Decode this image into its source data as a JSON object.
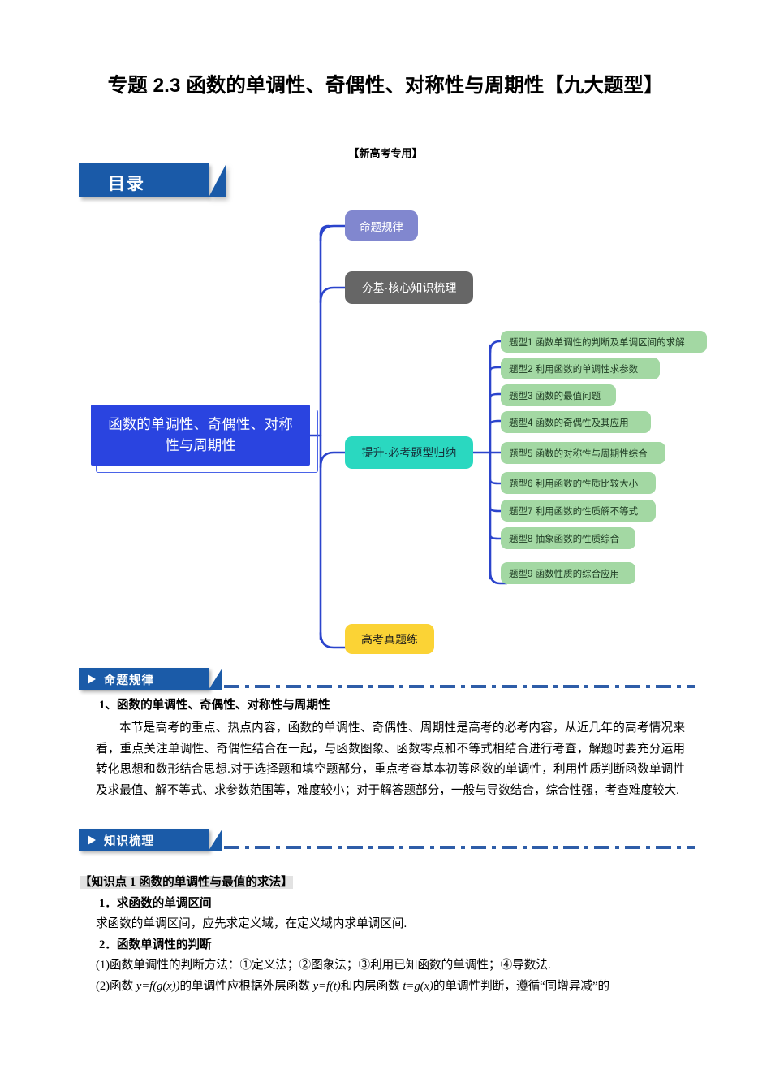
{
  "document": {
    "title": "专题 2.3 函数的单调性、奇偶性、对称性与周期性【九大题型】",
    "subtitle": "【新高考专用】"
  },
  "toc": {
    "label": "目录"
  },
  "mindmap": {
    "center": "函数的单调性、奇偶性、对称性与周期性",
    "branches": [
      {
        "label": "命题规律",
        "color": "#8187cf"
      },
      {
        "label": "夯基·核心知识梳理",
        "color": "#666666"
      },
      {
        "label": "提升·必考题型归纳",
        "color": "#2ad8c0"
      },
      {
        "label": "高考真题练",
        "color": "#fbd335"
      }
    ],
    "topics": [
      "题型1 函数单调性的判断及单调区间的求解",
      "题型2 利用函数的单调性求参数",
      "题型3 函数的最值问题",
      "题型4 函数的奇偶性及其应用",
      "题型5 函数的对称性与周期性综合",
      "题型6 利用函数的性质比较大小",
      "题型7 利用函数的性质解不等式",
      "题型8 抽象函数的性质综合",
      "题型9 函数性质的综合应用"
    ],
    "topic_color": "#a3d8a3",
    "line_color": "#2b44cc"
  },
  "sections": [
    {
      "banner": "命题规律",
      "heading": "1、函数的单调性、奇偶性、对称性与周期性",
      "body": "本节是高考的重点、热点内容，函数的单调性、奇偶性、周期性是高考的必考内容，从近几年的高考情况来看，重点关注单调性、奇偶性结合在一起，与函数图象、函数零点和不等式相结合进行考查，解题时要充分运用转化思想和数形结合思想.对于选择题和填空题部分，重点考查基本初等函数的单调性，利用性质判断函数单调性及求最值、解不等式、求参数范围等，难度较小；对于解答题部分，一般与导数结合，综合性强，考查难度较大."
    },
    {
      "banner": "知识梳理",
      "point_title": "【知识点 1 函数的单调性与最值的求法】",
      "items": [
        {
          "num": "1．求函数的单调区间",
          "text": "求函数的单调区间，应先求定义域，在定义域内求单调区间."
        },
        {
          "num": "2．函数单调性的判断",
          "text": "(1)函数单调性的判断方法：①定义法；②图象法；③利用已知函数的单调性；④导数法."
        }
      ],
      "last_line_prefix": "(2)函数 ",
      "last_line_f1": "y=f(g(x))",
      "last_line_mid1": "的单调性应根据外层函数 ",
      "last_line_f2": "y=f(t)",
      "last_line_mid2": "和内层函数 ",
      "last_line_f3": "t=g(x)",
      "last_line_suffix": "的单调性判断，遵循“同增异减”的"
    }
  ],
  "colors": {
    "banner_blue": "#1b5ba8",
    "center_blue": "#2a44e0",
    "dash_blue": "#2e5da8"
  }
}
